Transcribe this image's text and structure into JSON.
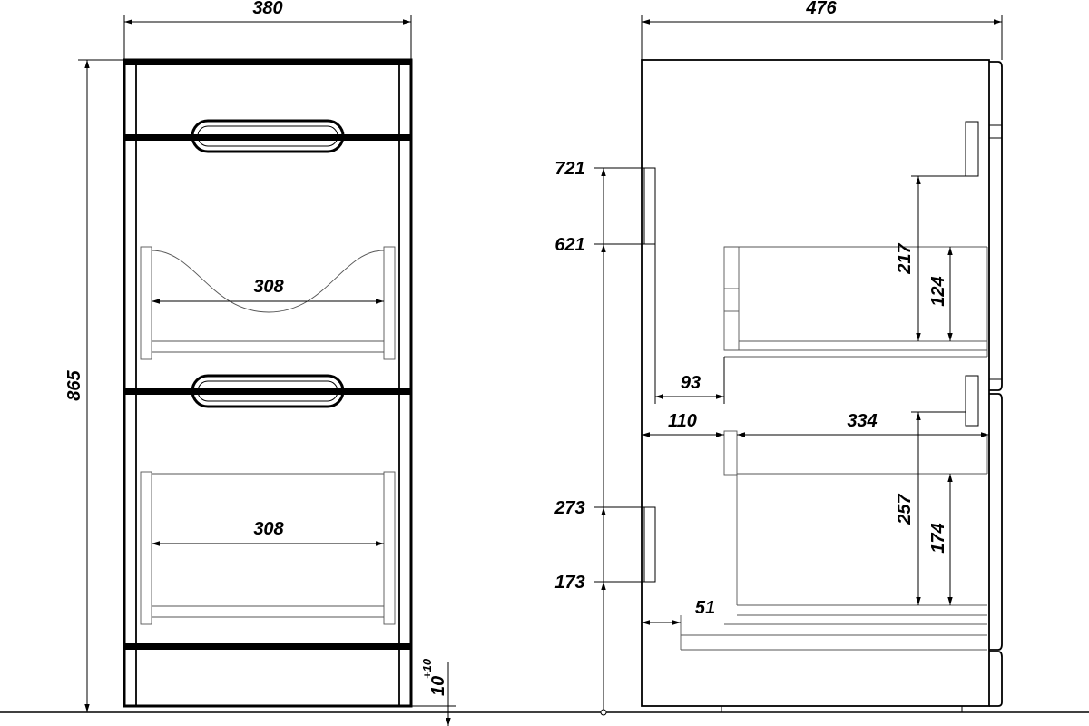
{
  "front_view": {
    "width_label": "380",
    "height_label": "865",
    "upper_drawer_inner_label": "308",
    "lower_drawer_inner_label": "308",
    "leg_gap_label": "10",
    "leg_gap_tolerance": "+10"
  },
  "side_view": {
    "depth_label": "476",
    "marker_721": "721",
    "marker_621": "621",
    "marker_273": "273",
    "marker_173": "173",
    "offset_93": "93",
    "offset_110": "110",
    "drawer_depth_334": "334",
    "offset_51": "51",
    "upper_drawer_height_217": "217",
    "upper_drawer_inner_124": "124",
    "lower_drawer_height_257": "257",
    "lower_drawer_inner_174": "174"
  }
}
